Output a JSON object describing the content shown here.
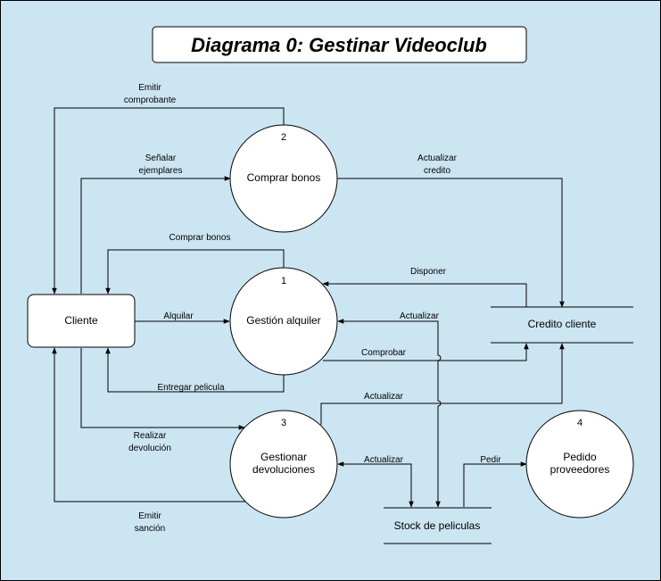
{
  "title": "Diagrama 0: Gestinar Videoclub",
  "entities": {
    "cliente": "Cliente"
  },
  "processes": [
    {
      "id": "p1",
      "number": "1",
      "name": "Gestión alquiler"
    },
    {
      "id": "p2",
      "number": "2",
      "name": "Comprar bonos"
    },
    {
      "id": "p3",
      "number": "3",
      "name_lines": [
        "Gestionar",
        "devoluciones"
      ]
    },
    {
      "id": "p4",
      "number": "4",
      "name_lines": [
        "Pedido",
        "proveedores"
      ]
    }
  ],
  "stores": {
    "credito": "Credito cliente",
    "stock": "Stock de peliculas"
  },
  "flows": {
    "emitir_comprobante": [
      "Emitir",
      "comprobante"
    ],
    "senalar_ejemplares": [
      "Señalar",
      "ejemplares"
    ],
    "actualizar_credito": [
      "Actualizar",
      "credito"
    ],
    "comprar_bonos": "Comprar bonos",
    "disponer": "Disponer",
    "alquilar": "Alquilar",
    "actualizar_stock_1": "Actualizar",
    "comprobar": "Comprobar",
    "entregar_pelicula": "Entregar pelicula",
    "actualizar_credito_3": "Actualizar",
    "realizar_devolucion": [
      "Realizar",
      "devolución"
    ],
    "actualizar_stock_3": "Actualizar",
    "pedir": "Pedir",
    "emitir_sancion": [
      "Emitir",
      "sanción"
    ]
  },
  "colors": {
    "background": "#cce5f3",
    "node_fill": "#ffffff",
    "stroke": "#000000"
  }
}
